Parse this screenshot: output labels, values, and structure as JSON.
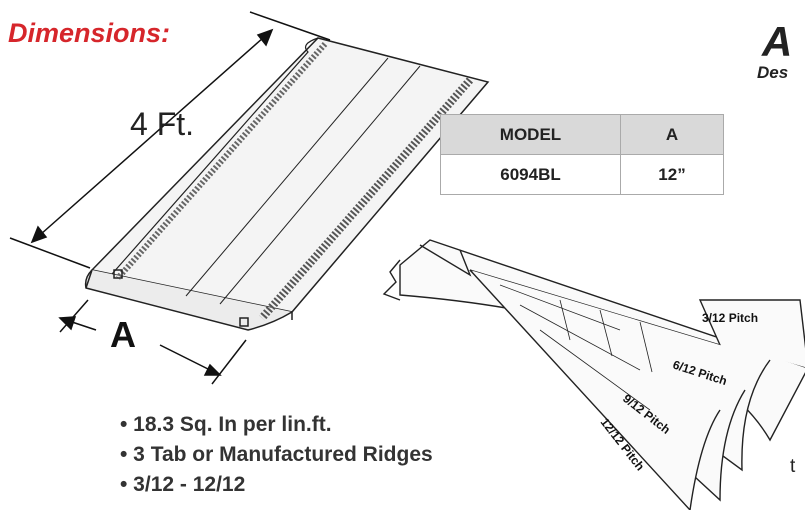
{
  "heading": "Dimensions:",
  "title_fragment": "A",
  "subtitle_fragment": "Des",
  "length_label": "4 Ft.",
  "width_label": "A",
  "spec_table": {
    "headers": [
      "MODEL",
      "A"
    ],
    "rows": [
      [
        "6094BL",
        "12”"
      ]
    ]
  },
  "features": [
    "• 18.3 Sq. In per lin.ft.",
    "• 3 Tab or Manufactured Ridges",
    "• 3/12 - 12/12"
  ],
  "pitch_labels": [
    "3/12 Pitch",
    "6/12 Pitch",
    "9/12 Pitch",
    "12/12 Pitch"
  ],
  "tail_fragment": "t"
}
